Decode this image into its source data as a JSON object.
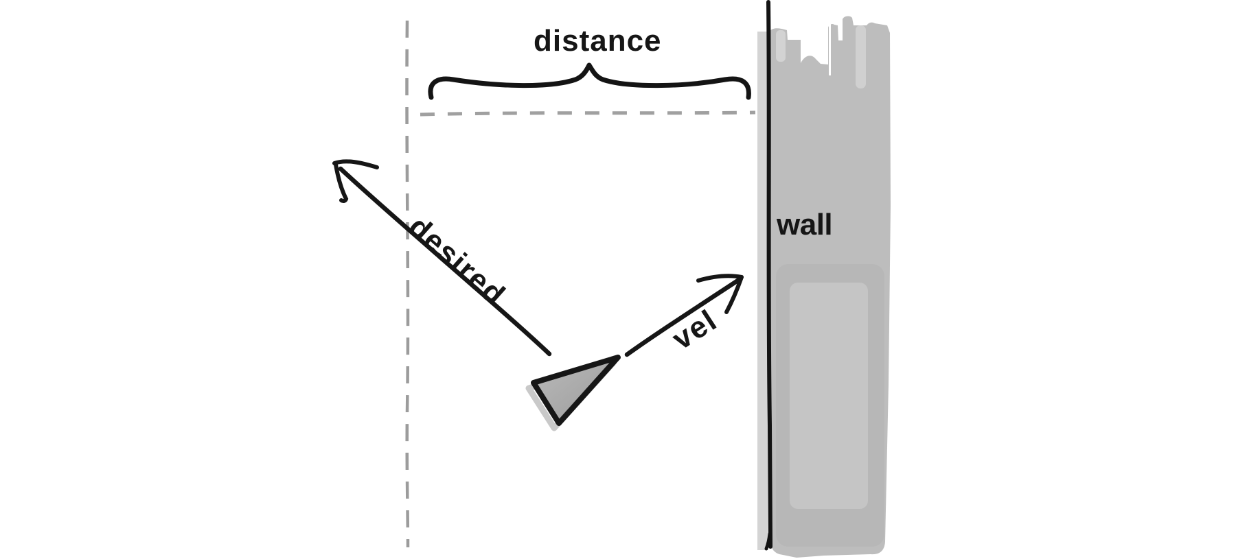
{
  "diagram": {
    "labels": {
      "distance": "distance",
      "wall": "wall",
      "desired": "desired",
      "vel": "vel"
    },
    "colors": {
      "ink": "#161616",
      "dash_gray": "#9c9c9c",
      "wall_gray": "#bdbdbd",
      "wall_light_gray": "#d3d3d3",
      "wall_panel_dark": "#b7b7b7",
      "wall_panel_light": "#c5c5c5",
      "vehicle_fill": "#a8a8a8",
      "vehicle_shadow": "#c9c9c9",
      "background": "#ffffff"
    }
  }
}
